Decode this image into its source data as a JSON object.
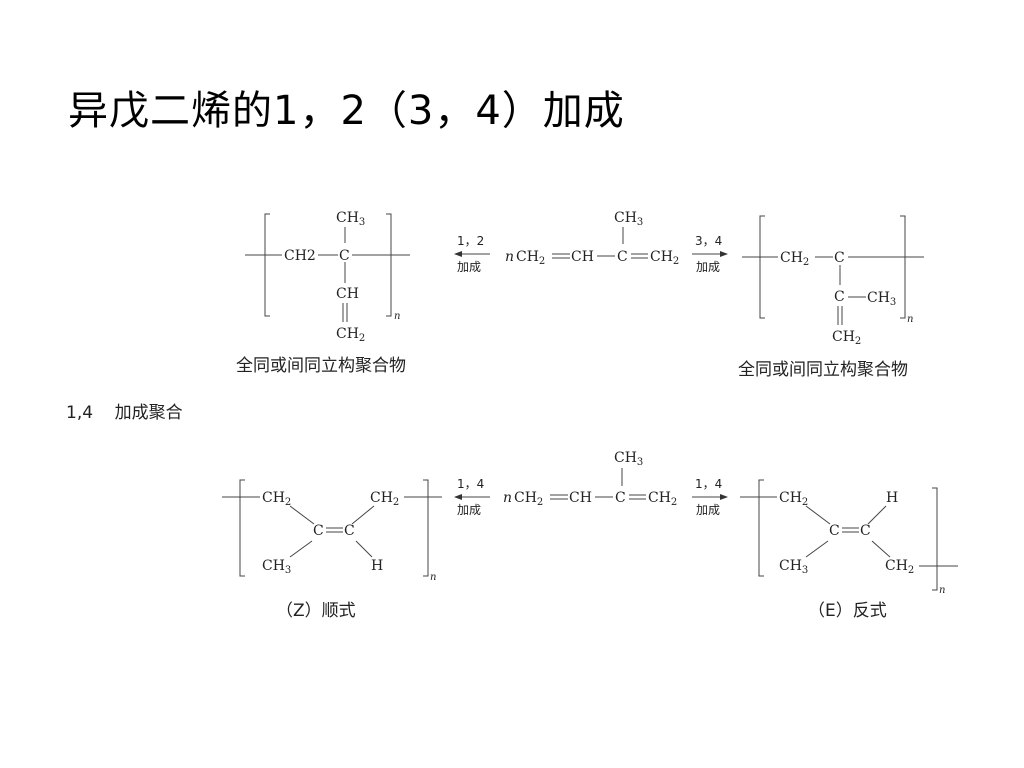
{
  "title": "异戊二烯的1，2（3，4）加成",
  "section_label": "1,4    加成聚合",
  "reaction_top": {
    "monomer": {
      "n": "n",
      "ch2_a": "CH2",
      "ch": "CH",
      "c": "C",
      "ch2_b": "CH2",
      "methyl": "CH3"
    },
    "left_arrow": {
      "line1": "1，2",
      "line2": "加成"
    },
    "right_arrow": {
      "line1": "3，4",
      "line2": "加成"
    },
    "left_product": {
      "ch2": "CH2",
      "c": "C",
      "methyl": "CH3",
      "ch": "CH",
      "vinyl_ch2": "CH2",
      "subscript": "n",
      "caption": "全同或间同立构聚合物"
    },
    "right_product": {
      "ch2": "CH2",
      "c": "C",
      "c2": "C",
      "methyl": "CH3",
      "vinyl_ch2": "CH2",
      "subscript": "n",
      "caption": "全同或间同立构聚合物"
    }
  },
  "reaction_bottom": {
    "monomer": {
      "n": "n",
      "ch2_a": "CH2",
      "ch": "CH",
      "c": "C",
      "ch2_b": "CH2",
      "methyl": "CH3"
    },
    "left_arrow": {
      "line1": "1，4",
      "line2": "加成"
    },
    "right_arrow": {
      "line1": "1，4",
      "line2": "加成"
    },
    "left_product": {
      "ch2_tl": "CH2",
      "ch2_tr": "CH2",
      "c_left": "C",
      "c_right": "C",
      "ch3_bl": "CH3",
      "h_br": "H",
      "subscript": "n",
      "caption": "（Z）顺式"
    },
    "right_product": {
      "ch2_tl": "CH2",
      "h_tr": "H",
      "c_left": "C",
      "c_right": "C",
      "ch3_bl": "CH3",
      "ch2_br": "CH2",
      "subscript": "n",
      "caption": "（E）反式"
    }
  }
}
